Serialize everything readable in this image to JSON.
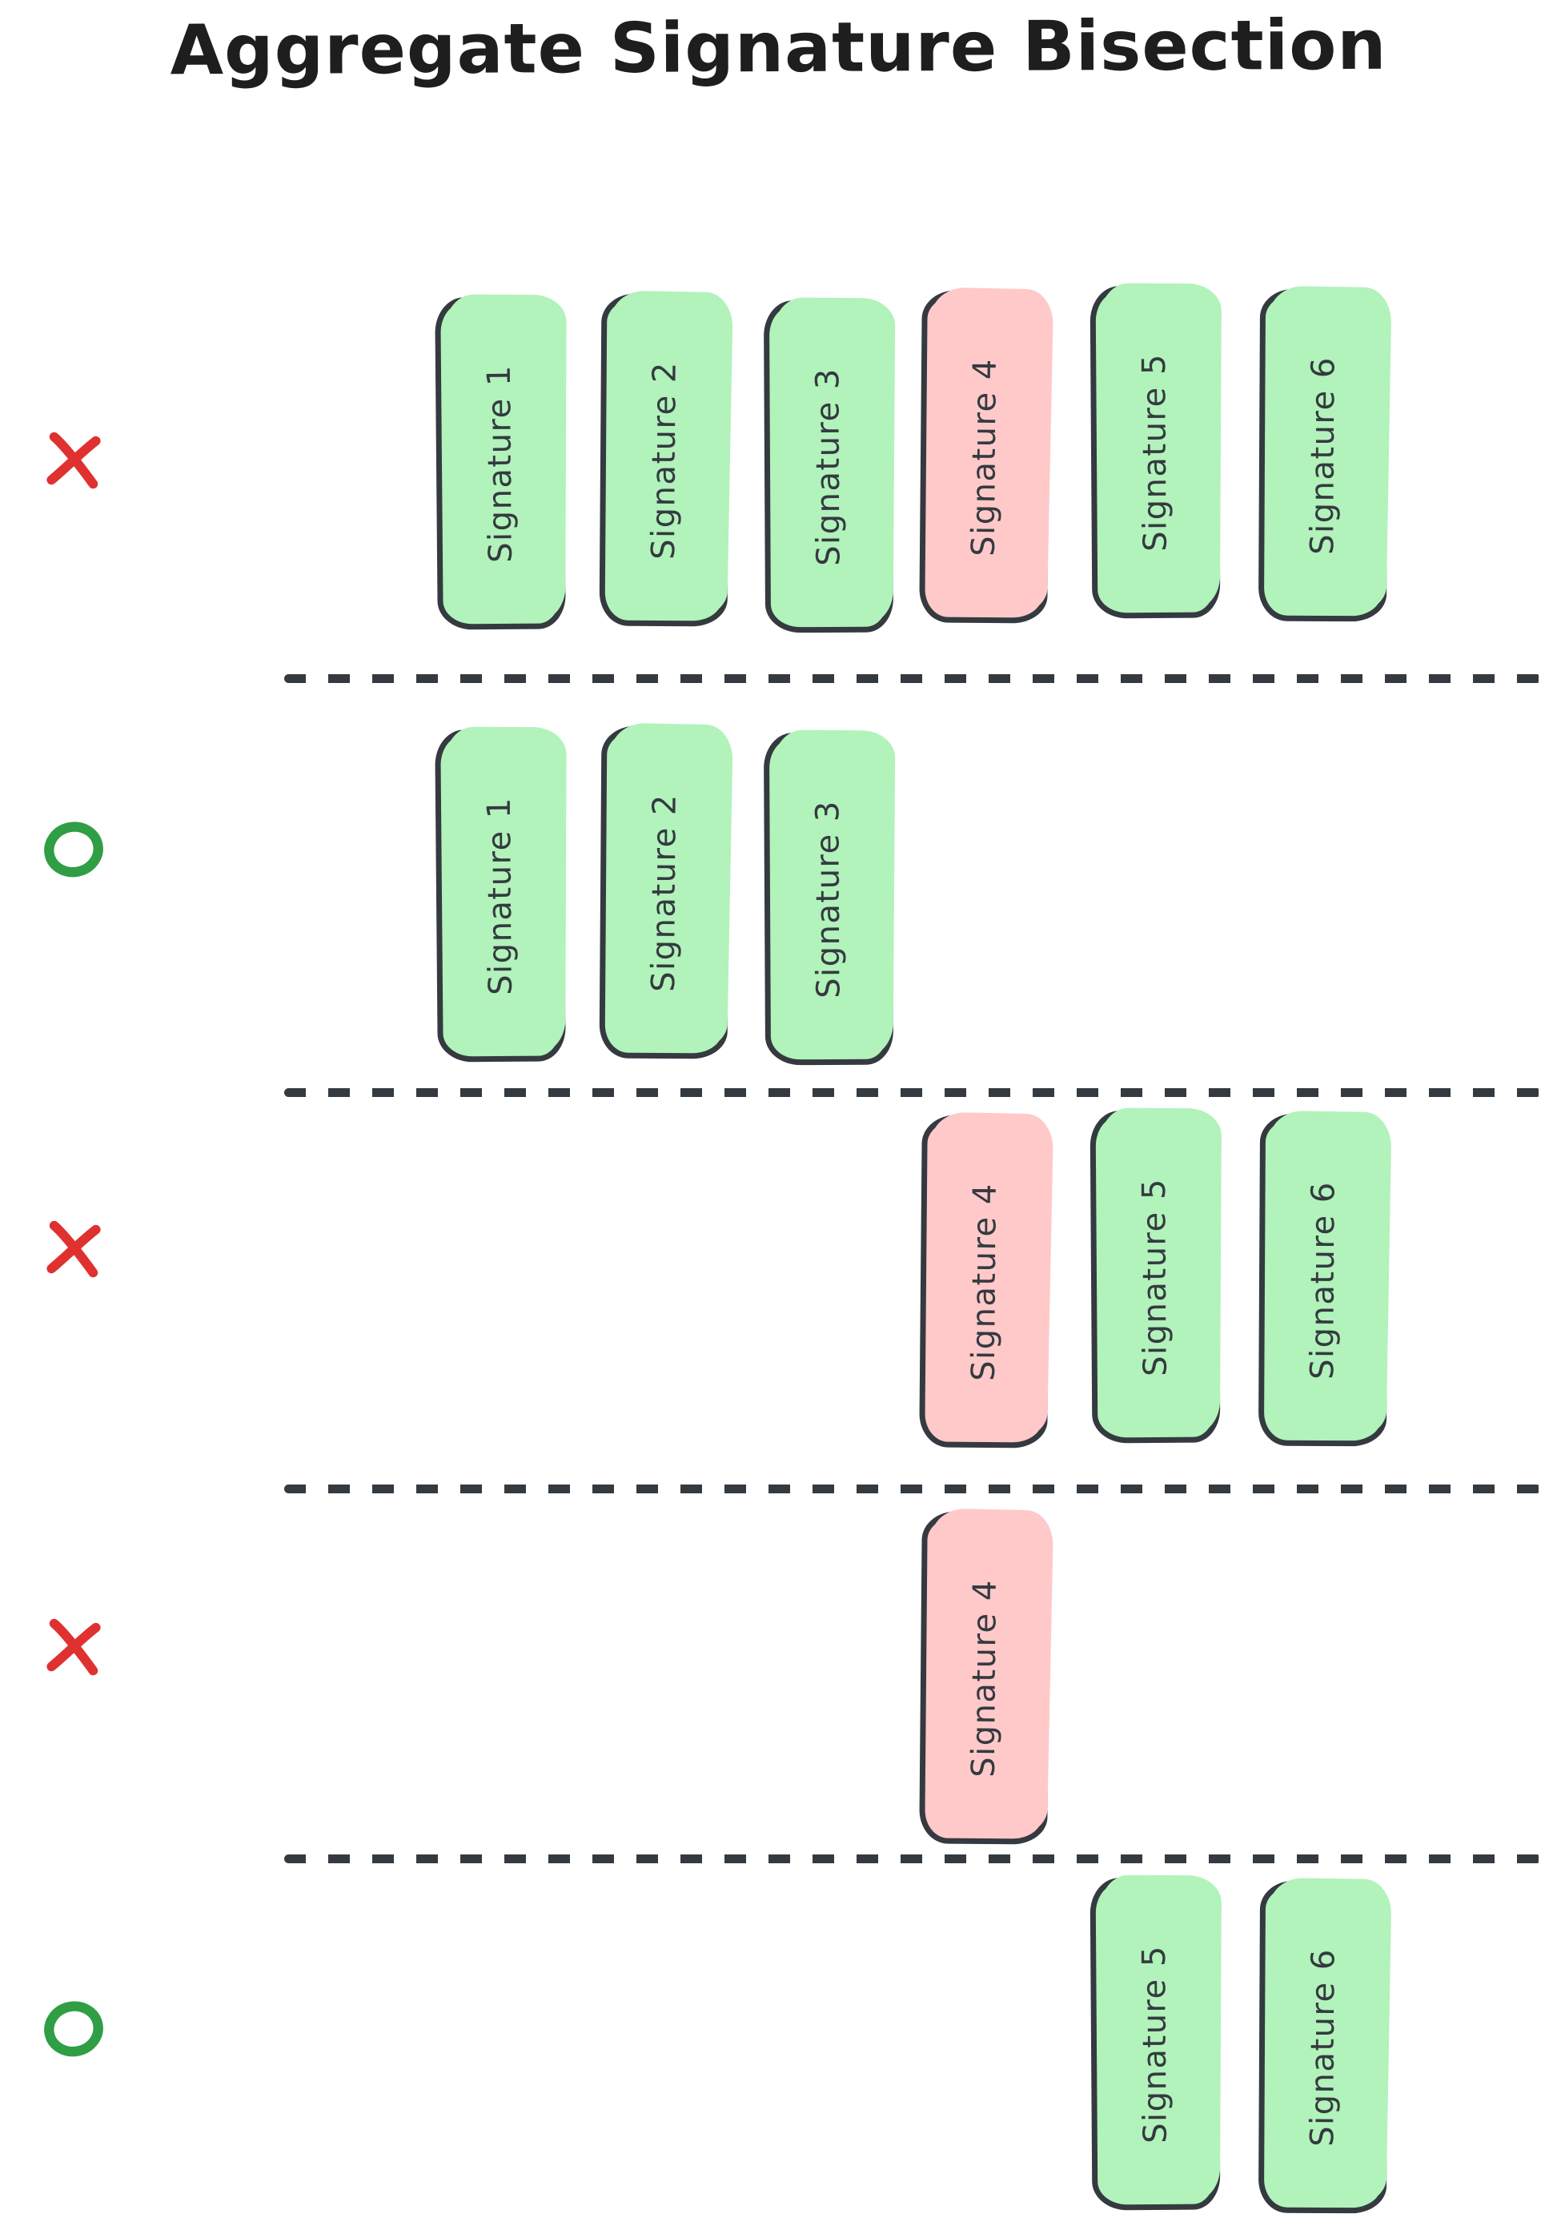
{
  "title": "Aggregate Signature Bisection",
  "palette": {
    "background": "#ffffff",
    "outline": "#343a40",
    "valid_fill": "#b2f2bb",
    "invalid_fill": "#ffc9c9",
    "fail_mark": "#e03131",
    "pass_mark": "#2f9e44",
    "title_color": "#1e1e1e"
  },
  "rows": [
    {
      "mark": "x",
      "signatures": [
        {
          "label": "Signature 1",
          "status": "valid",
          "column": 1
        },
        {
          "label": "Signature 2",
          "status": "valid",
          "column": 2
        },
        {
          "label": "Signature 3",
          "status": "valid",
          "column": 3
        },
        {
          "label": "Signature 4",
          "status": "invalid",
          "column": 4
        },
        {
          "label": "Signature 5",
          "status": "valid",
          "column": 5
        },
        {
          "label": "Signature 6",
          "status": "valid",
          "column": 6
        }
      ]
    },
    {
      "mark": "o",
      "signatures": [
        {
          "label": "Signature 1",
          "status": "valid",
          "column": 1
        },
        {
          "label": "Signature 2",
          "status": "valid",
          "column": 2
        },
        {
          "label": "Signature 3",
          "status": "valid",
          "column": 3
        }
      ]
    },
    {
      "mark": "x",
      "signatures": [
        {
          "label": "Signature 4",
          "status": "invalid",
          "column": 4
        },
        {
          "label": "Signature 5",
          "status": "valid",
          "column": 5
        },
        {
          "label": "Signature 6",
          "status": "valid",
          "column": 6
        }
      ]
    },
    {
      "mark": "x",
      "signatures": [
        {
          "label": "Signature 4",
          "status": "invalid",
          "column": 4
        }
      ]
    },
    {
      "mark": "o",
      "signatures": [
        {
          "label": "Signature 5",
          "status": "valid",
          "column": 5
        },
        {
          "label": "Signature 6",
          "status": "valid",
          "column": 6
        }
      ]
    }
  ]
}
